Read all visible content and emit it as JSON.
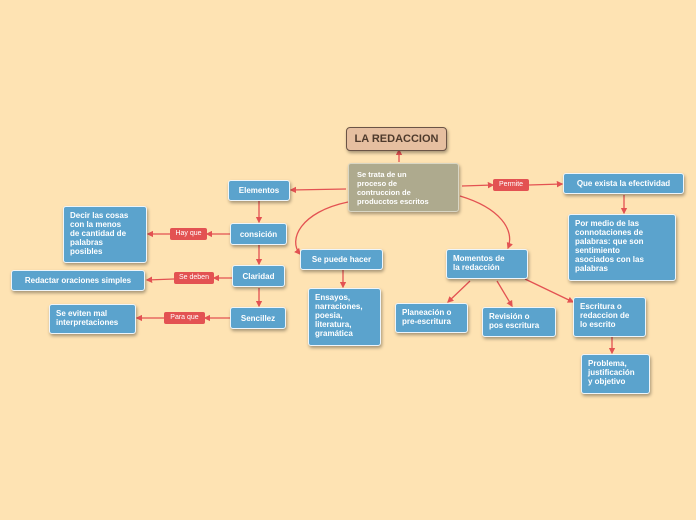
{
  "colors": {
    "background": "#fee3b3",
    "node": "#5ba3cd",
    "connector": "#e35252",
    "root": "#e6bfa0",
    "description": "#aeaa8e"
  },
  "root": "LA REDACCION",
  "description": "Se trata de un\nproceso de\ncontruccion de\nproducctos escritos",
  "nodes": {
    "elementos": "Elementos",
    "consicion": "consición",
    "claridad": "Claridad",
    "sencillez": "Sencillez",
    "decir_cosas": "Decir las cosas\ncon la menos\nde cantidad de\npalabras\nposibles",
    "redactar": "Redactar oraciones simples",
    "eviten": "Se eviten mal\ninterpretaciones",
    "se_puede_hacer": "Se puede hacer",
    "ensayos": "Ensayos,\nnarraciones,\npoesia,\nliteratura,\ngramática",
    "momentos": "Momentos de\nla redacción",
    "planeacion": "Planeación o\npre-escritura",
    "revision": "Revisión o\npos escritura",
    "escritura": "Escritura o\nredaccion de\nlo escrito",
    "problema": "Problema,\njustificación\ny objetivo",
    "efectividad": "Que exista la efectividad",
    "connotaciones": "Por medio de las\nconnotaciones de\npalabras: que son\nsentimiento\nasociados con las\npalabras"
  },
  "labels": {
    "permite": "Permite",
    "hay_que": "Hay que",
    "se_deben": "Se deben",
    "para_que": "Para que"
  }
}
